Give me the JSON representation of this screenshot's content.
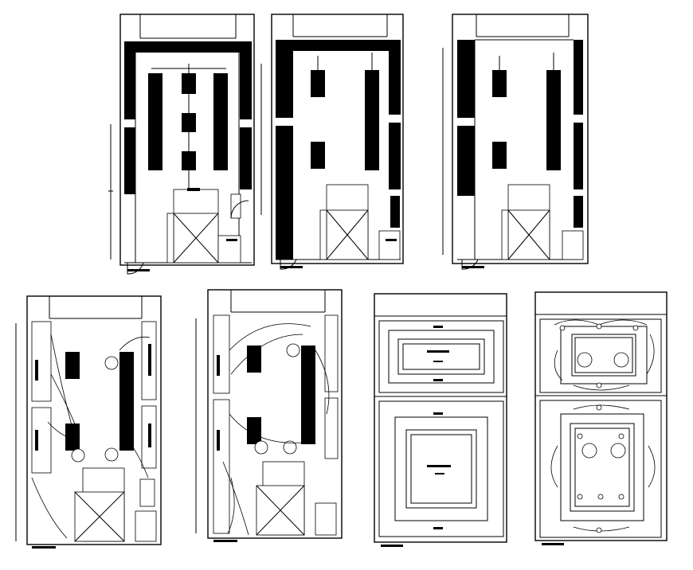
{
  "drawing": {
    "ink_color": "#000000",
    "paper_color": "#ffffff",
    "labels": []
  },
  "plans": [
    {
      "id": "plan-1",
      "kind": "furniture-layout"
    },
    {
      "id": "plan-2",
      "kind": "wall-finish-layout"
    },
    {
      "id": "plan-3",
      "kind": "wall-finish-layout"
    },
    {
      "id": "plan-4",
      "kind": "electrical-layout"
    },
    {
      "id": "plan-5",
      "kind": "electrical-layout"
    },
    {
      "id": "plan-6",
      "kind": "ceiling-layout"
    },
    {
      "id": "plan-7",
      "kind": "ceiling-lighting-layout"
    }
  ]
}
